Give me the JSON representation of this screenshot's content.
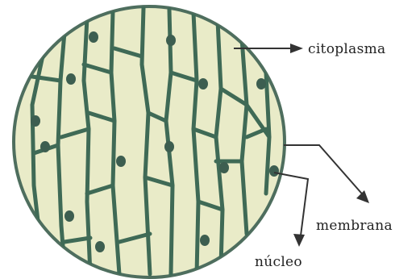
{
  "labels": {
    "citoplasma": "citoplasma",
    "membrana": "membrana",
    "nucleo": "núcleo"
  },
  "colors": {
    "cytoplasm": "#e9ebc8",
    "wall": "#3f6a56",
    "nucleus": "#3d5e50",
    "label": "#222222",
    "arrow": "#333333"
  }
}
